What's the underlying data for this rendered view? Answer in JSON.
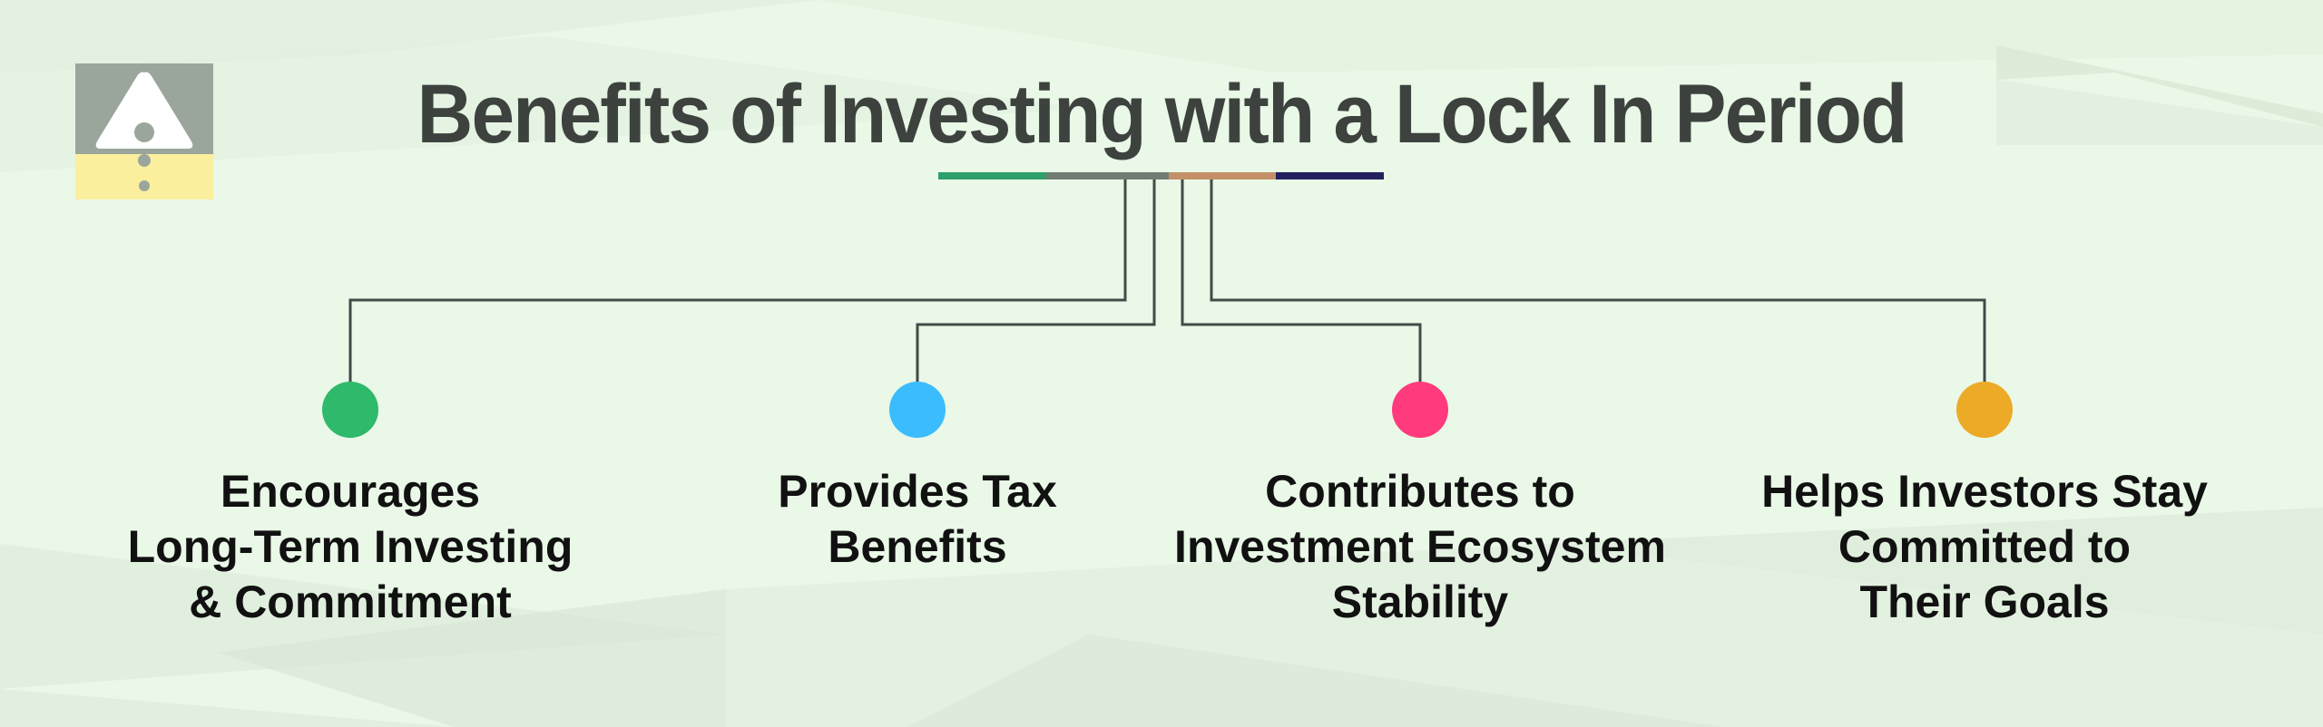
{
  "title": "Benefits of Investing with a Lock In Period",
  "logo": {
    "icon": "warning-triangle-with-dots-icon",
    "top_color": "#9aa69c",
    "bottom_color": "#fbef9e"
  },
  "underline_segments": [
    {
      "color": "#2e9e6b"
    },
    {
      "color": "#6f7d72"
    },
    {
      "color": "#c49068"
    },
    {
      "color": "#24205e"
    }
  ],
  "connector_color": "#414b47",
  "benefits": [
    {
      "color": "#2fb96b",
      "lines": [
        "Encourages",
        "Long-Term Investing",
        "& Commitment"
      ]
    },
    {
      "color": "#3bbcff",
      "lines": [
        "Provides Tax",
        "Benefits"
      ]
    },
    {
      "color": "#ff3b7e",
      "lines": [
        "Contributes to",
        "Investment Ecosystem",
        "Stability"
      ]
    },
    {
      "color": "#edaa27",
      "lines": [
        "Helps Investors Stay",
        "Committed to",
        "Their Goals"
      ]
    }
  ]
}
